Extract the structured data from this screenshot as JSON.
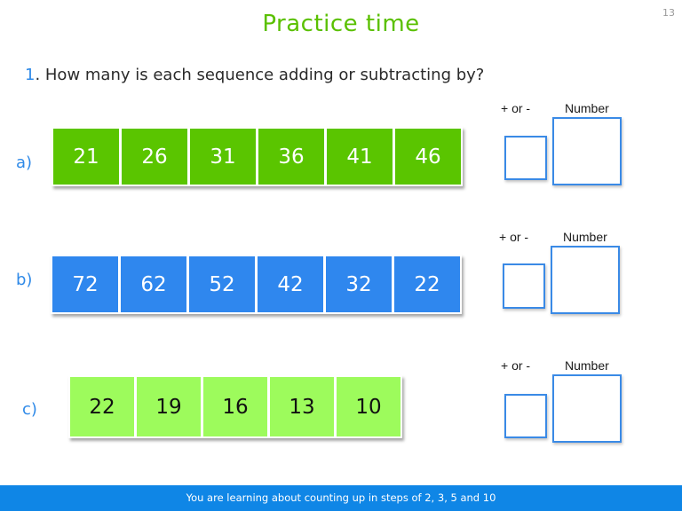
{
  "slide": {
    "title": "Practice time",
    "page_number": "13"
  },
  "question": {
    "number": "1",
    "text": ". How many is each sequence adding or subtracting by?"
  },
  "sequences": [
    {
      "label": "a)",
      "color": "#5ac500",
      "text_color": "#ffffff",
      "values": [
        "21",
        "26",
        "31",
        "36",
        "41",
        "46"
      ]
    },
    {
      "label": "b)",
      "color": "#2f87ee",
      "text_color": "#ffffff",
      "values": [
        "72",
        "62",
        "52",
        "42",
        "32",
        "22"
      ]
    },
    {
      "label": "c)",
      "color": "#9dfb5c",
      "text_color": "#111111",
      "values": [
        "22",
        "19",
        "16",
        "13",
        "10"
      ]
    }
  ],
  "answer": {
    "sign_label": "+ or -",
    "number_label": "Number",
    "sign_value": "",
    "number_value": ""
  },
  "footer": {
    "text": "You are learning about counting up in steps of 2, 3, 5 and 10"
  },
  "colors": {
    "title_green": "#5ac000",
    "accent_blue": "#2f8ae8",
    "footer_blue": "#0f86e6"
  }
}
